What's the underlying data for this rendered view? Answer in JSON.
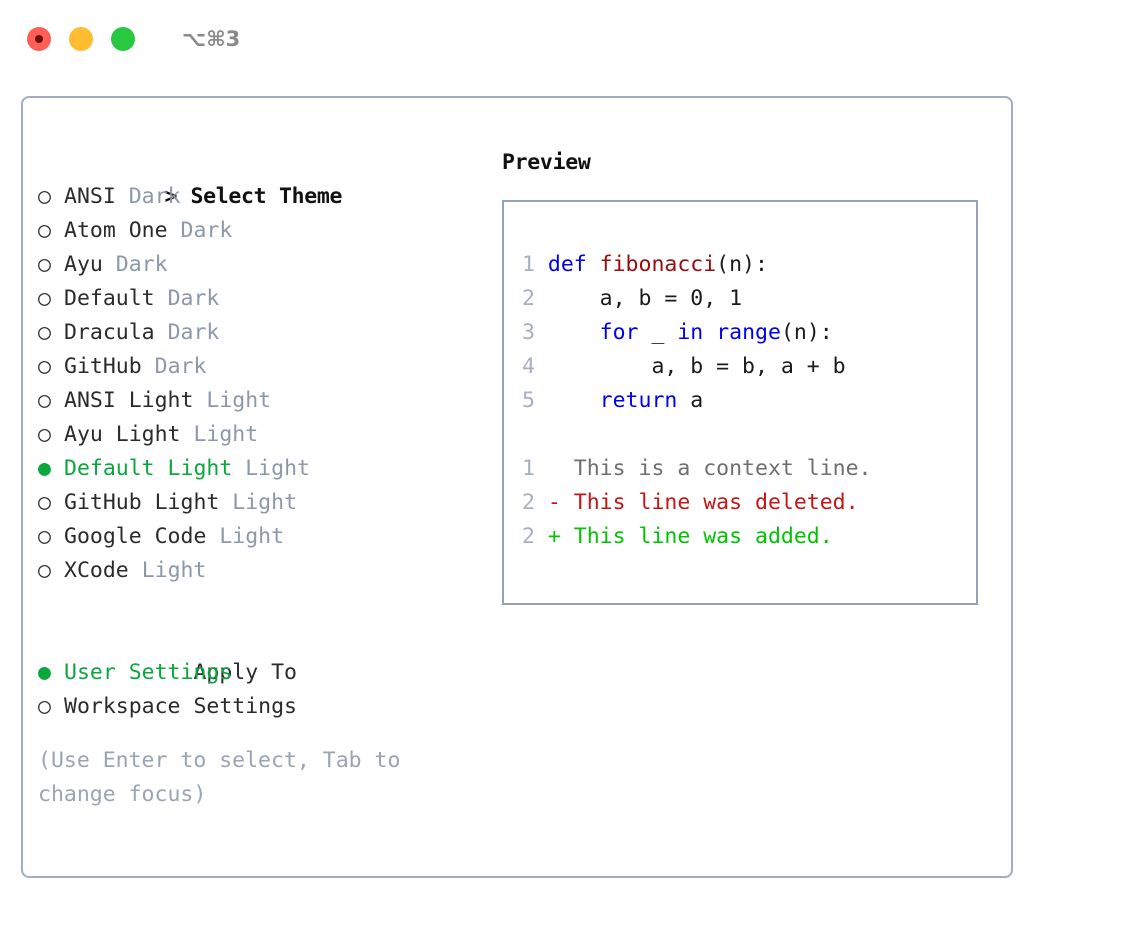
{
  "titlebar": {
    "buttons": [
      {
        "name": "close",
        "color": "#ff5f57"
      },
      {
        "name": "minimize",
        "color": "#febc2e"
      },
      {
        "name": "zoom",
        "color": "#28c840"
      }
    ],
    "shortcut": "⌥⌘3"
  },
  "theme_picker": {
    "header": "Select Theme",
    "header_marker": ">",
    "marker_selected": "●",
    "marker_unselected": "○",
    "items": [
      {
        "label": "ANSI",
        "badge": "Dark",
        "selected": false
      },
      {
        "label": "Atom One",
        "badge": "Dark",
        "selected": false
      },
      {
        "label": "Ayu",
        "badge": "Dark",
        "selected": false
      },
      {
        "label": "Default",
        "badge": "Dark",
        "selected": false
      },
      {
        "label": "Dracula",
        "badge": "Dark",
        "selected": false
      },
      {
        "label": "GitHub",
        "badge": "Dark",
        "selected": false
      },
      {
        "label": "ANSI Light",
        "badge": "Light",
        "selected": false
      },
      {
        "label": "Ayu Light",
        "badge": "Light",
        "selected": false
      },
      {
        "label": "Default Light",
        "badge": "Light",
        "selected": true
      },
      {
        "label": "GitHub Light",
        "badge": "Light",
        "selected": false
      },
      {
        "label": "Google Code",
        "badge": "Light",
        "selected": false
      },
      {
        "label": "XCode",
        "badge": "Light",
        "selected": false
      }
    ]
  },
  "apply_to": {
    "header": "Apply To",
    "items": [
      {
        "label": "User Settings",
        "selected": true
      },
      {
        "label": "Workspace Settings",
        "selected": false
      }
    ]
  },
  "hint": "(Use Enter to select, Tab to change focus)",
  "preview": {
    "title": "Preview",
    "code_lines": [
      {
        "num": "1",
        "tokens": [
          {
            "t": "def ",
            "c": "kw"
          },
          {
            "t": "fibonacci",
            "c": "fn"
          },
          {
            "t": "(n):",
            "c": "txt"
          }
        ]
      },
      {
        "num": "2",
        "tokens": [
          {
            "t": "    a, b = 0, 1",
            "c": "txt"
          }
        ]
      },
      {
        "num": "3",
        "tokens": [
          {
            "t": "    ",
            "c": "txt"
          },
          {
            "t": "for",
            "c": "kw"
          },
          {
            "t": " _ ",
            "c": "txt"
          },
          {
            "t": "in",
            "c": "kw"
          },
          {
            "t": " ",
            "c": "txt"
          },
          {
            "t": "range",
            "c": "kw"
          },
          {
            "t": "(n):",
            "c": "txt"
          }
        ]
      },
      {
        "num": "4",
        "tokens": [
          {
            "t": "        a, b = b, a + b",
            "c": "txt"
          }
        ]
      },
      {
        "num": "5",
        "tokens": [
          {
            "t": "    ",
            "c": "txt"
          },
          {
            "t": "return",
            "c": "kw"
          },
          {
            "t": " a",
            "c": "txt"
          }
        ]
      }
    ],
    "diff_lines": [
      {
        "num": "1",
        "text": "  This is a context line.",
        "kind": "ctx"
      },
      {
        "num": "2",
        "text": "- This line was deleted.",
        "kind": "del"
      },
      {
        "num": "2",
        "text": "+ This line was added.",
        "kind": "add"
      }
    ]
  },
  "colors": {
    "accent_green": "#09a73c",
    "badge_gray": "#8d98a9",
    "border": "#a3aebd",
    "keyword_blue": "#0000ee",
    "function_red": "#9c0b0b",
    "diff_added": "#00c400",
    "diff_deleted": "#c81414"
  }
}
